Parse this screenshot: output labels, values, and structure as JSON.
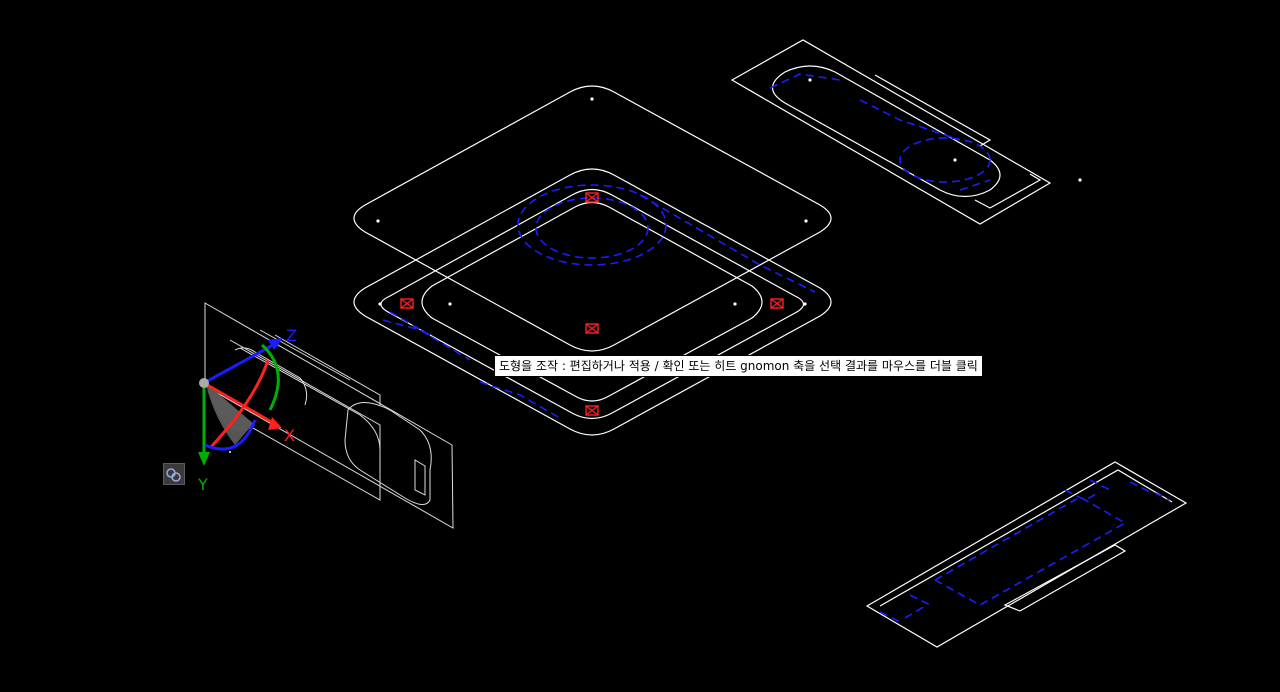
{
  "viewport": {
    "colors": {
      "background": "#000000",
      "outline": "#ffffff",
      "hidden_line": "#0000ff",
      "axis_x": "#ff0000",
      "axis_y": "#00b000",
      "axis_z": "#0000ff",
      "mark": "#ff0000"
    }
  },
  "tooltip": {
    "text": "도형을 조작 : 편집하거나 적용 / 확인 또는 히트 gnomon 축을 선택 결과를 마우스를 더블 클릭"
  },
  "gnomon": {
    "x_label": "X",
    "y_label": "Y",
    "z_label": "Z"
  },
  "gnomon_toggle": {
    "icon": "gnomon-options-icon"
  }
}
